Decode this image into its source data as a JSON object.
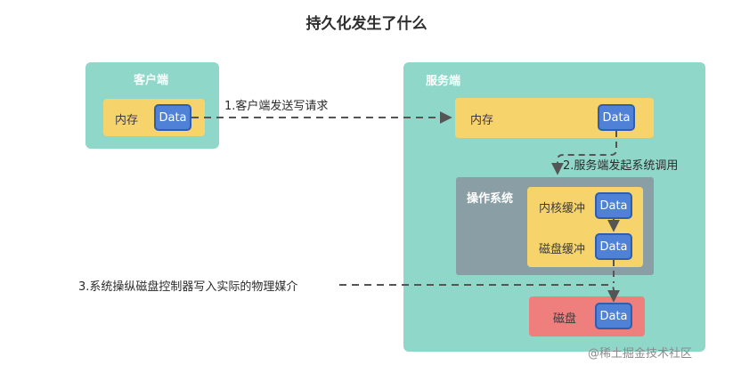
{
  "title": "持久化发生了什么",
  "client": {
    "label": "客户端",
    "memory_label": "内存",
    "data_label": "Data"
  },
  "server": {
    "label": "服务端",
    "memory_label": "内存",
    "data_label": "Data",
    "os": {
      "label": "操作系统",
      "kernel_buffer_label": "内核缓冲",
      "kernel_data_label": "Data",
      "disk_buffer_label": "磁盘缓冲",
      "disk_buffer_data_label": "Data"
    },
    "disk": {
      "label": "磁盘",
      "data_label": "Data"
    }
  },
  "edges": {
    "step1": "1.客户端发送写请求",
    "step2": "2.服务端发起系统调用",
    "step3": "3.系统操纵磁盘控制器写入实际的物理媒介"
  },
  "colors": {
    "panel": "#8fd8c9",
    "memory": "#f7d46b",
    "data_chip": "#4f81d6",
    "os": "#8a9ea6",
    "disk": "#ef7f7d",
    "edge": "#555555"
  },
  "watermark": "@稀土掘金技术社区"
}
